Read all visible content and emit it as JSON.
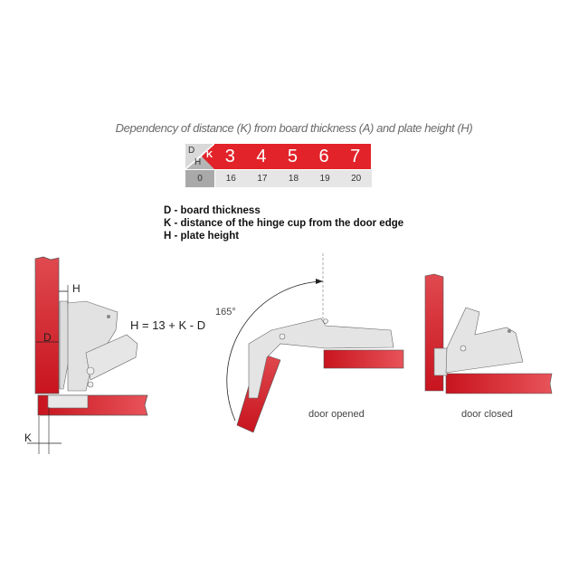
{
  "title": "Dependency of distance (K) from  board thickness (A)  and plate height (H)",
  "table": {
    "corner": {
      "d": "D",
      "k": "K",
      "h": "H"
    },
    "k_values": [
      "3",
      "4",
      "5",
      "6",
      "7"
    ],
    "h_first": "0",
    "h_values": [
      "16",
      "17",
      "18",
      "19",
      "20"
    ],
    "colors": {
      "red": "#e2232a",
      "gray": "#a9a9a9",
      "light": "#e6e6e6"
    }
  },
  "legend": [
    "D - board thickness",
    "K - distance of the hinge cup from the door edge",
    "H - plate height"
  ],
  "figure1": {
    "label_h": "H",
    "label_d": "D",
    "label_k": "K",
    "formula": "H = 13 + K - D"
  },
  "figure2": {
    "angle": "165°",
    "caption": "door opened"
  },
  "figure3": {
    "caption": "door closed"
  }
}
